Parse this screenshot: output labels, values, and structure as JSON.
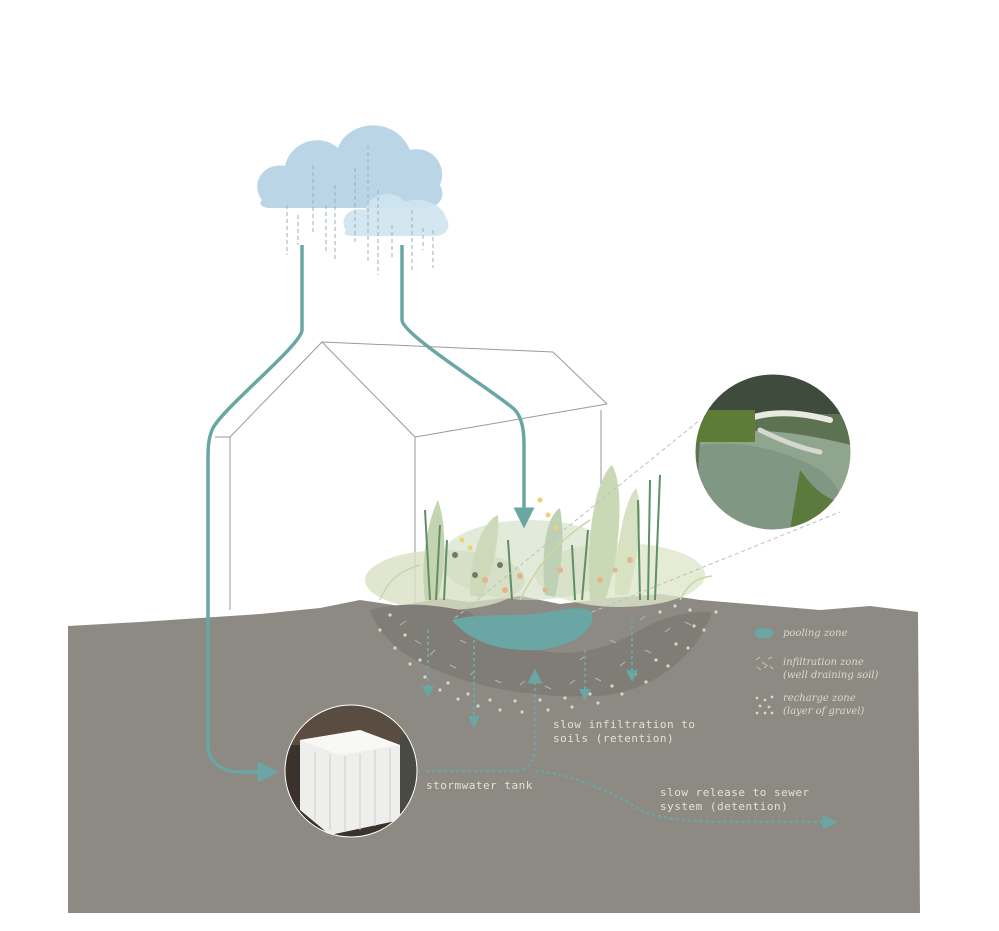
{
  "labels": {
    "slow_infiltration": [
      "slow infiltration to",
      "soils (retention)"
    ],
    "stormwater_tank": "stormwater tank",
    "slow_release": [
      "slow release to sewer",
      "system (detention)"
    ]
  },
  "legend": [
    {
      "icon": "pooling-zone-icon",
      "lines": [
        "pooling zone"
      ]
    },
    {
      "icon": "infiltration-zone-icon",
      "lines": [
        "infiltration zone",
        "(well draining soil)"
      ]
    },
    {
      "icon": "recharge-zone-icon",
      "lines": [
        "recharge zone",
        "(layer of gravel)"
      ]
    }
  ],
  "colors": {
    "ground": "#8c8a82",
    "water": "#6aa6a3",
    "cloud": "#b9d5e6",
    "cloud_light": "#cfe4ef",
    "house_line": "#9a9a9a"
  }
}
